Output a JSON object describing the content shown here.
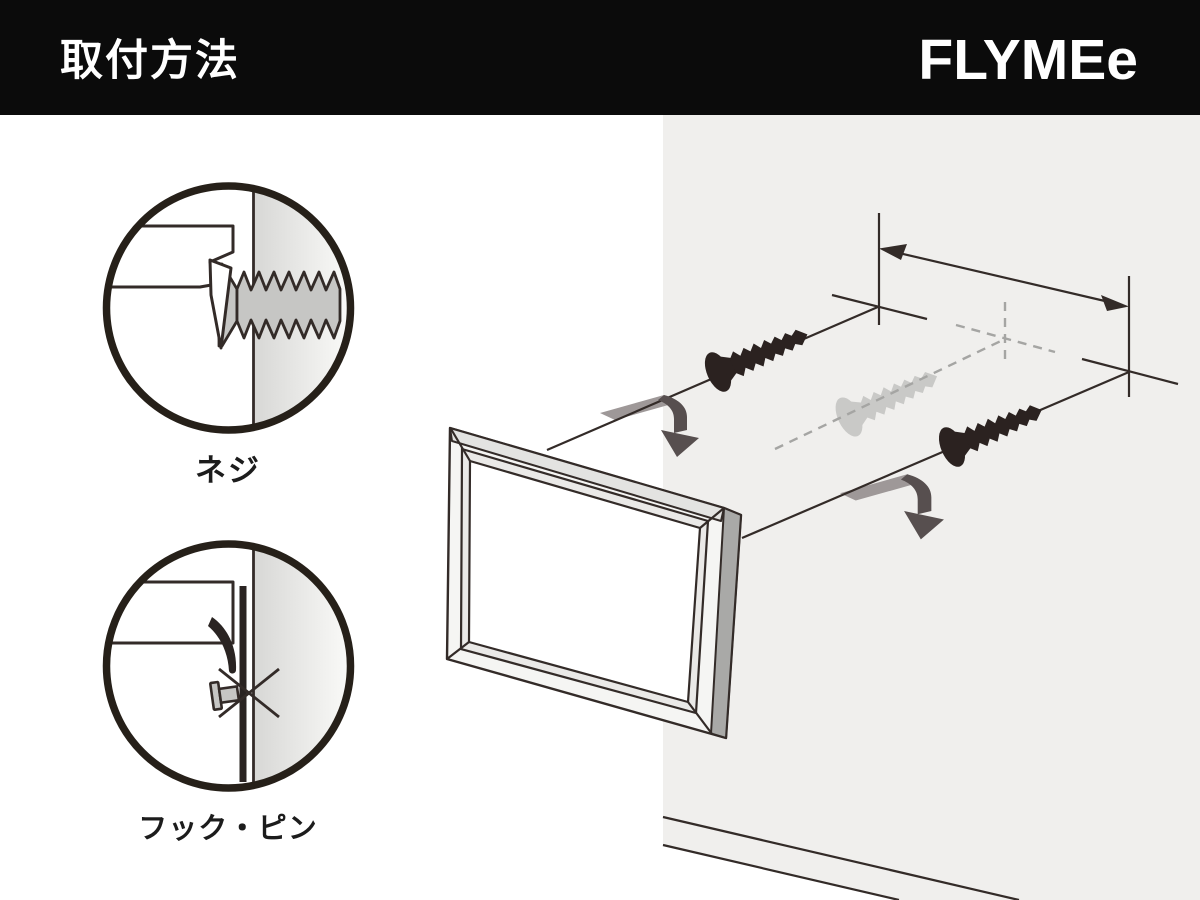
{
  "header": {
    "title": "取付方法",
    "brand": "FLYMEe"
  },
  "labels": {
    "screw": "ネジ",
    "hook_pin": "フック・ピン"
  },
  "colors": {
    "page_bg": "#ffffff",
    "header_bg": "#0b0b0b",
    "header_text": "#ffffff",
    "wall": "#f0efed",
    "line": "#332b28",
    "dash": "#a5a5a3",
    "screw_dark": "#2b2220",
    "screw_faded": "#c9c9c7",
    "screw_gray": "#c6c6c4",
    "arrow": "#574f4f",
    "ribbon": "#9e9898",
    "frame_face": "#f5f5f3",
    "frame_top": "#e3e3e1",
    "frame_side": "#a9a9a7",
    "frame_bevel": "#eae9e7",
    "detail_dark": "#2a2422",
    "circle_border": "#262019"
  }
}
